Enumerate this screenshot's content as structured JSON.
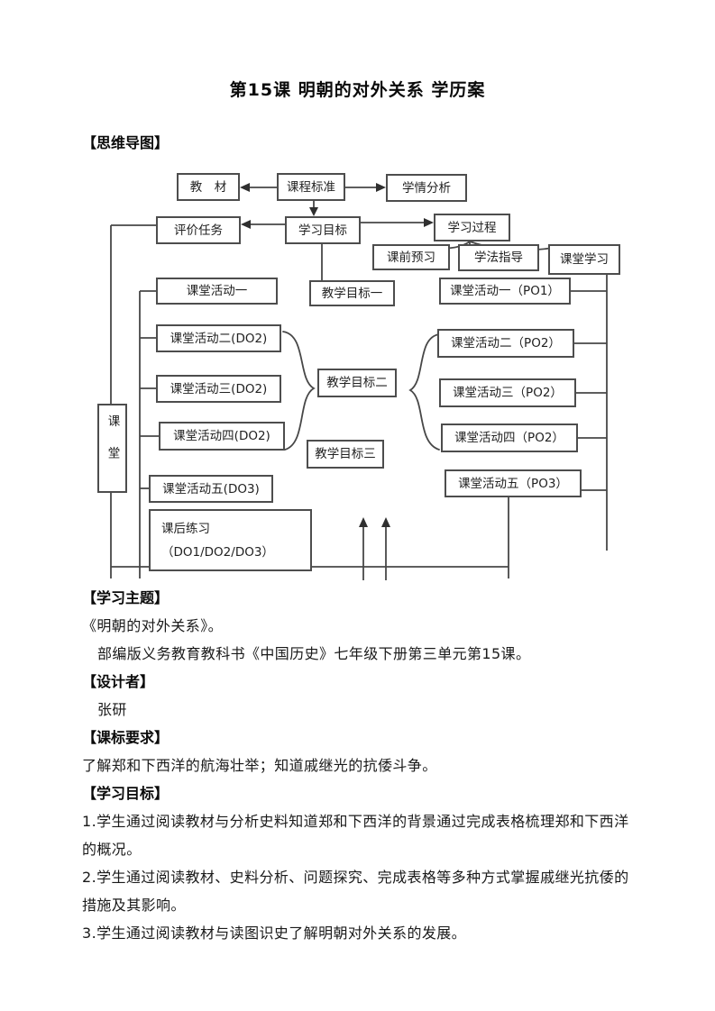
{
  "doc": {
    "title": "第15课 明朝的对外关系 学历案",
    "mindmap_heading": "【思维导图】"
  },
  "diagram": {
    "nodes": {
      "textbook": {
        "label": "教　材"
      },
      "curriculum_standard": {
        "label": "课程标准"
      },
      "learner_analysis": {
        "label": "学情分析"
      },
      "evaluation_task": {
        "label": "评价任务"
      },
      "learning_goal": {
        "label": "学习目标"
      },
      "learning_process": {
        "label": "学习过程"
      },
      "pre_class_preview": {
        "label": "课前预习"
      },
      "method_guidance": {
        "label": "学法指导"
      },
      "class_learning": {
        "label": "课堂学习"
      },
      "activity1": {
        "label": "课堂活动一"
      },
      "teach_obj1": {
        "label": "教学目标一"
      },
      "activity1_po": {
        "label": "课堂活动一（PO1）"
      },
      "activity2_do": {
        "label": "课堂活动二(DO2)"
      },
      "activity2_po": {
        "label": "课堂活动二（PO2）"
      },
      "activity3_do": {
        "label": "课堂活动三(DO2)"
      },
      "teach_obj2": {
        "label": "教学目标二"
      },
      "activity3_po": {
        "label": "课堂活动三（PO2）"
      },
      "activity4_do": {
        "label": "课堂活动四(DO2)"
      },
      "activity4_po": {
        "label": "课堂活动四（PO2）"
      },
      "teach_obj3": {
        "label": "教学目标三"
      },
      "classroom": {
        "label": "课堂"
      },
      "activity5_do": {
        "label": "课堂活动五(DO3)"
      },
      "activity5_po": {
        "label": "课堂活动五（PO3）"
      },
      "homework": {
        "line1": "课后练习",
        "line2": "（DO1/DO2/DO3）"
      }
    }
  },
  "sections": [
    {
      "heading": "【学习主题】",
      "paragraphs": [
        "《明朝的对外关系》。",
        "部编版义务教育教科书《中国历史》七年级下册第三单元第15课。"
      ]
    },
    {
      "heading": "【设计者】",
      "paragraphs": [
        "张研"
      ]
    },
    {
      "heading": "【课标要求】",
      "paragraphs": [
        "了解郑和下西洋的航海壮举；知道戚继光的抗倭斗争。"
      ]
    },
    {
      "heading": "【学习目标】",
      "paragraphs": [
        "1.学生通过阅读教材与分析史料知道郑和下西洋的背景通过完成表格梳理郑和下西洋的概况。",
        "2.学生通过阅读教材、史料分析、问题探究、完成表格等多种方式掌握戚继光抗倭的措施及其影响。",
        "3.学生通过阅读教材与读图识史了解明朝对外关系的发展。"
      ]
    }
  ]
}
